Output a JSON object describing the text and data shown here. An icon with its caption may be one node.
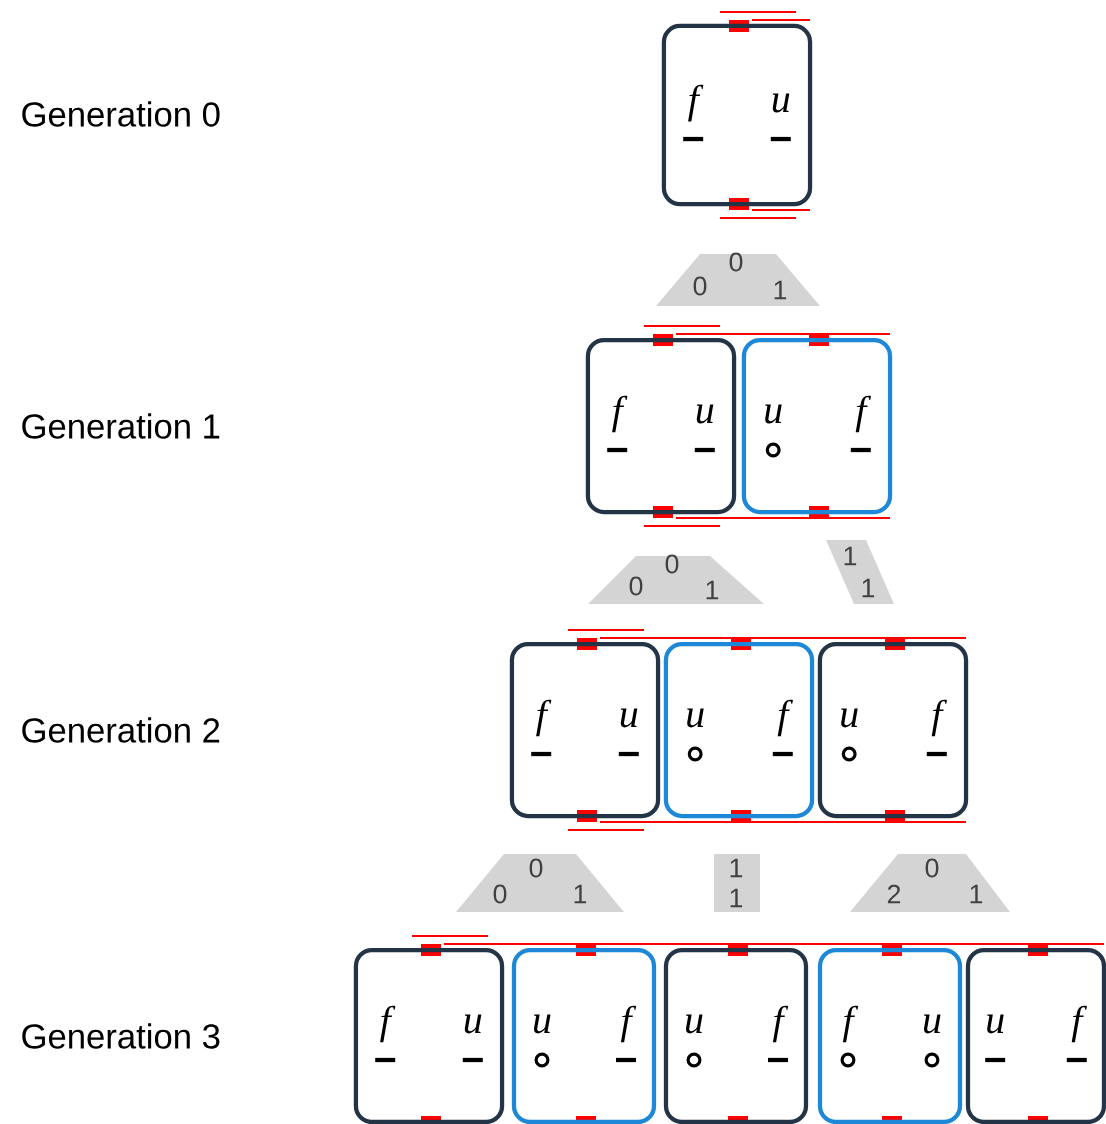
{
  "diagram": {
    "nodes": [
      {
        "text": [
          "f",
          "u"
        ]
      },
      {
        "text": [
          "0",
          "0",
          "1"
        ]
      },
      {
        "text": [
          "f",
          "u"
        ]
      },
      {
        "text": [
          "u",
          "f"
        ]
      },
      {
        "text": [
          "0",
          "0",
          "1"
        ]
      },
      {
        "text": [
          "1",
          "1"
        ]
      },
      {
        "text": [
          "f",
          "u"
        ]
      },
      {
        "text": [
          "u",
          "f"
        ]
      },
      {
        "text": [
          "u",
          "f"
        ]
      },
      {
        "text": [
          "0",
          "0",
          "1"
        ]
      },
      {
        "text": [
          "1",
          "1"
        ]
      },
      {
        "text": [
          "2",
          "0",
          "1"
        ]
      },
      {
        "text": [
          "f",
          "u"
        ]
      },
      {
        "text": [
          "u",
          "f"
        ]
      },
      {
        "text": [
          "u",
          "f"
        ]
      },
      {
        "text": [
          "f",
          "u"
        ]
      },
      {
        "text": [
          "u",
          "f"
        ]
      }
    ],
    "labels": [
      "Generation 0",
      "Generation 1",
      "Generation 2",
      "Generation 3"
    ]
  }
}
